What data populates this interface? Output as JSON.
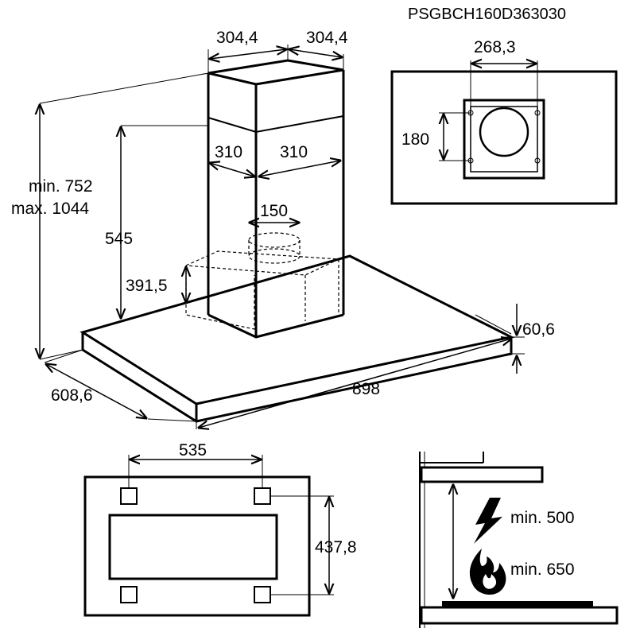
{
  "model_code": "PSGBCH160D363030",
  "dimensions": {
    "chimney_top_left": "304,4",
    "chimney_top_right": "304,4",
    "chimney_inner_left": "310",
    "chimney_inner_right": "310",
    "duct_diameter": "150",
    "min_max_height_line1": "min. 752",
    "min_max_height_line2": "max. 1044",
    "chimney_height": "545",
    "motor_height": "391,5",
    "hood_depth": "608,6",
    "hood_width": "898",
    "hood_thickness": "60,6",
    "ceiling_plate_width": "268,3",
    "ceiling_plate_height": "180",
    "bracket_spacing_x": "535",
    "bracket_spacing_y": "437,8"
  },
  "clearance": {
    "electric_label": "min. 500",
    "gas_label": "min. 650",
    "electric_icon": "lightning-bolt-icon",
    "gas_icon": "flame-icon"
  }
}
